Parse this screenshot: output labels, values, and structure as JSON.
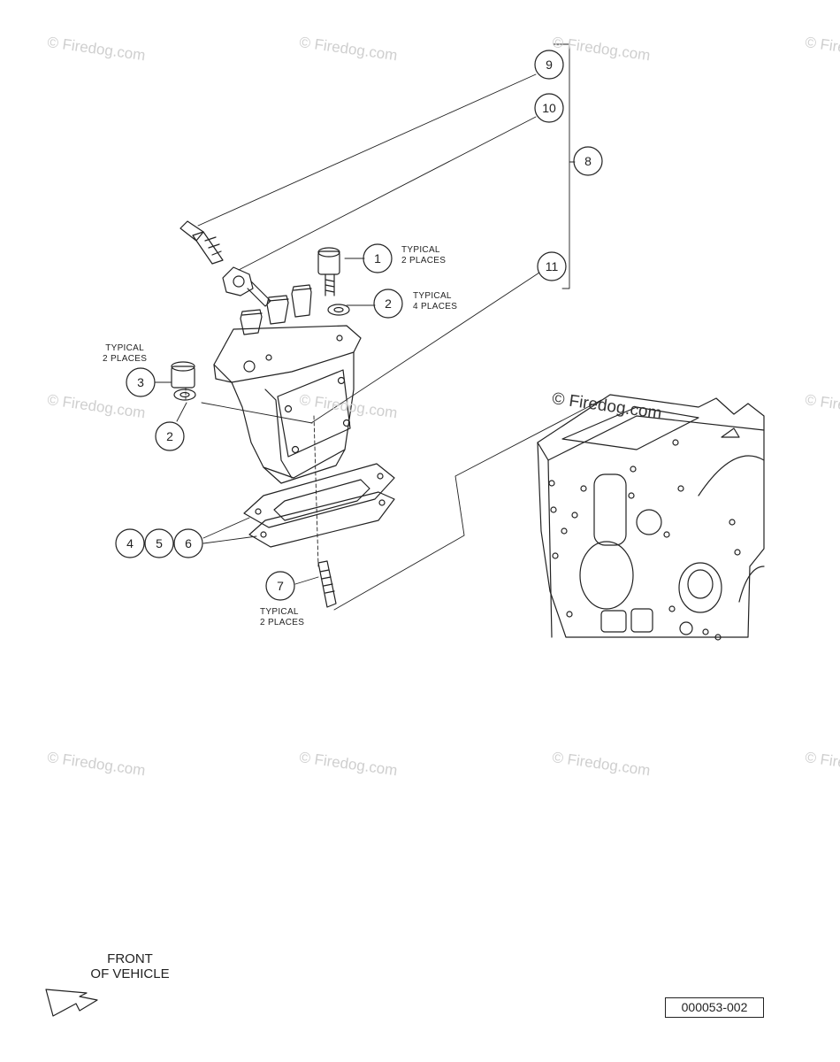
{
  "watermark": {
    "text": "© Firedog.com"
  },
  "callouts": {
    "c1": "1",
    "c2a": "2",
    "c2b": "2",
    "c3": "3",
    "c4": "4",
    "c5": "5",
    "c6": "6",
    "c7": "7",
    "c8": "8",
    "c9": "9",
    "c10": "10",
    "c11": "11"
  },
  "notes": {
    "typical_2_places_line1": "TYPICAL",
    "typical_2_places_line2": "2 PLACES",
    "typical_4_places_line1": "TYPICAL",
    "typical_4_places_line2": "4 PLACES"
  },
  "front_label": {
    "line1": "FRONT",
    "line2": "OF VEHICLE"
  },
  "document_number": "000053-002",
  "colors": {
    "line": "#222222",
    "watermark": "#cfcfcf"
  }
}
